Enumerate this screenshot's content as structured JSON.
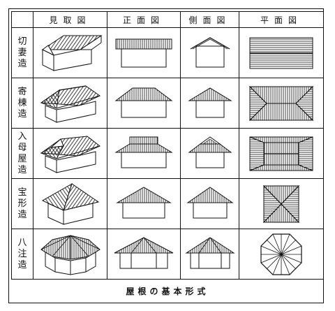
{
  "headers": {
    "corner": "",
    "perspective": "見取図",
    "front": "正面図",
    "side": "側面図",
    "plan": "平面図"
  },
  "rows": [
    {
      "id": "kirizuma",
      "label": [
        "切",
        "妻",
        "造"
      ]
    },
    {
      "id": "yosemune",
      "label": [
        "寄",
        "棟",
        "造"
      ]
    },
    {
      "id": "irimoya",
      "label": [
        "入",
        "母",
        "屋",
        "造"
      ]
    },
    {
      "id": "hogyo",
      "label": [
        "宝",
        "形",
        "造"
      ]
    },
    {
      "id": "hatchu",
      "label": [
        "八",
        "注",
        "造"
      ]
    }
  ],
  "caption": "屋根の基本形式"
}
